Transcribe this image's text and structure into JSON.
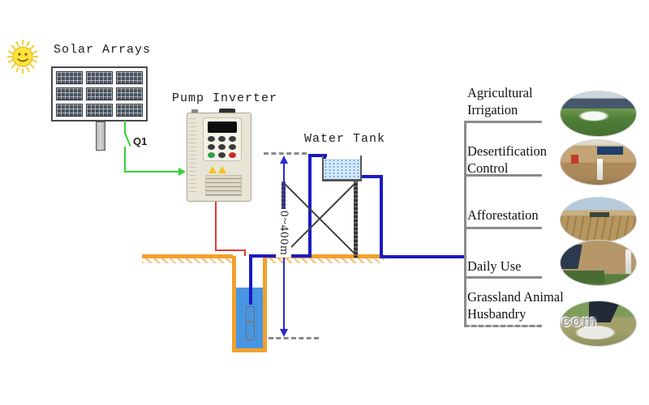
{
  "scene": {
    "solar_arrays_label": "Solar Arrays",
    "pump_inverter_label": "Pump Inverter",
    "water_tank_label": "Water Tank",
    "switch_label": "Q1",
    "well_depth_label": "0~400m"
  },
  "applications": [
    {
      "label": "Agricultural Irrigation",
      "photo": "irrigation-field-photo"
    },
    {
      "label": "Desertification Control",
      "photo": "desert-solar-well-photo"
    },
    {
      "label": "Afforestation",
      "photo": "plowed-field-photo"
    },
    {
      "label": "Daily Use",
      "photo": "village-solar-photo"
    },
    {
      "label": "Grassland Animal Husbandry",
      "photo": "sheep-flock-photo"
    }
  ],
  "watermark": "com",
  "colors": {
    "pipe_blue": "#1a1ac4",
    "power_wire_red": "#e53935",
    "pv_wire_green": "#35d435",
    "ground_orange": "#f2a02c",
    "well_water_blue": "#4895e2",
    "tank_water_blue": "#d4e8f8",
    "measure_blue": "#2a2ad0",
    "list_line_gray": "#8a8a8a"
  }
}
